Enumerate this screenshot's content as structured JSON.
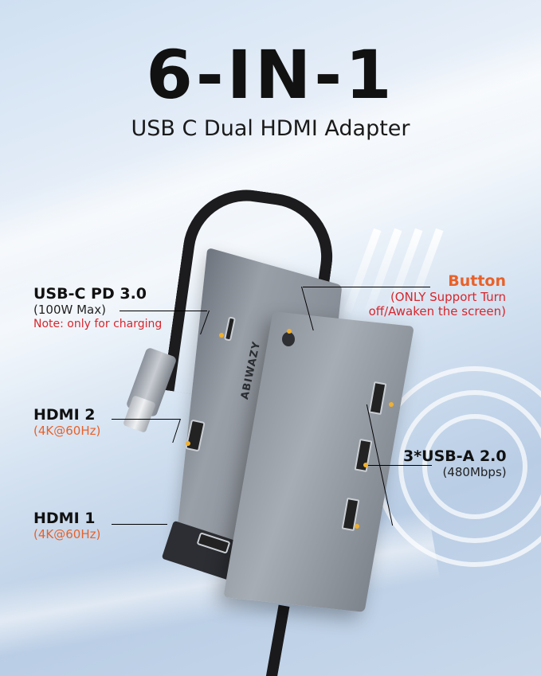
{
  "headline": "6-IN-1",
  "subheadline": "USB C Dual HDMI Adapter",
  "brand": "ABIWAZY",
  "callouts": {
    "usbc_pd": {
      "title": "USB-C PD 3.0",
      "detail": "(100W Max)",
      "note": "Note: only for charging"
    },
    "button": {
      "title": "Button",
      "detail_line1": "(ONLY Support Turn",
      "detail_line2": "off/Awaken the screen)"
    },
    "hdmi2": {
      "title": "HDMI 2",
      "detail": "(4K@60Hz)"
    },
    "hdmi1": {
      "title": "HDMI 1",
      "detail": "(4K@60Hz)"
    },
    "usba": {
      "title": "3*USB-A 2.0",
      "detail": "(480Mbps)"
    }
  },
  "colors": {
    "accent_orange": "#e8612a",
    "note_red": "#d8262c",
    "leader_line": "#e0a030",
    "device_gray": "#9aa0a8"
  }
}
